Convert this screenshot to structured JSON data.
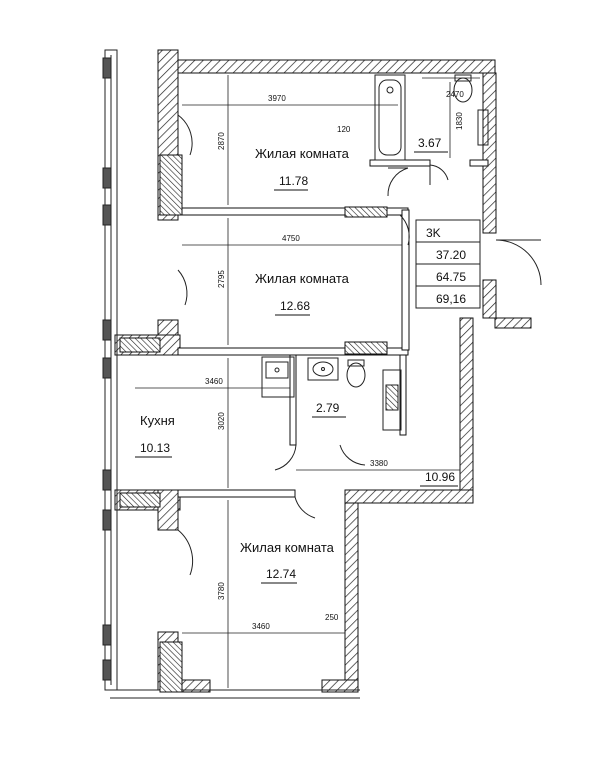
{
  "rooms": [
    {
      "name": "Жилая комната",
      "area": "11.78"
    },
    {
      "name": "Жилая комната",
      "area": "12.68"
    },
    {
      "name": "Кухня",
      "area": "10.13"
    },
    {
      "name": "",
      "area": "2.79"
    },
    {
      "name": "Жилая комната",
      "area": "12.74"
    },
    {
      "name": "",
      "area": "3.67"
    },
    {
      "name": "",
      "area": "10.96"
    }
  ],
  "dimensions": [
    "3970",
    "2870",
    "120",
    "2470",
    "1830",
    "4750",
    "2795",
    "3460",
    "3020",
    "3380",
    "3780",
    "3460",
    "250"
  ],
  "summary": {
    "type": "3K",
    "living": "37.20",
    "total": "64.75",
    "total_with_balcony": "69,16"
  }
}
